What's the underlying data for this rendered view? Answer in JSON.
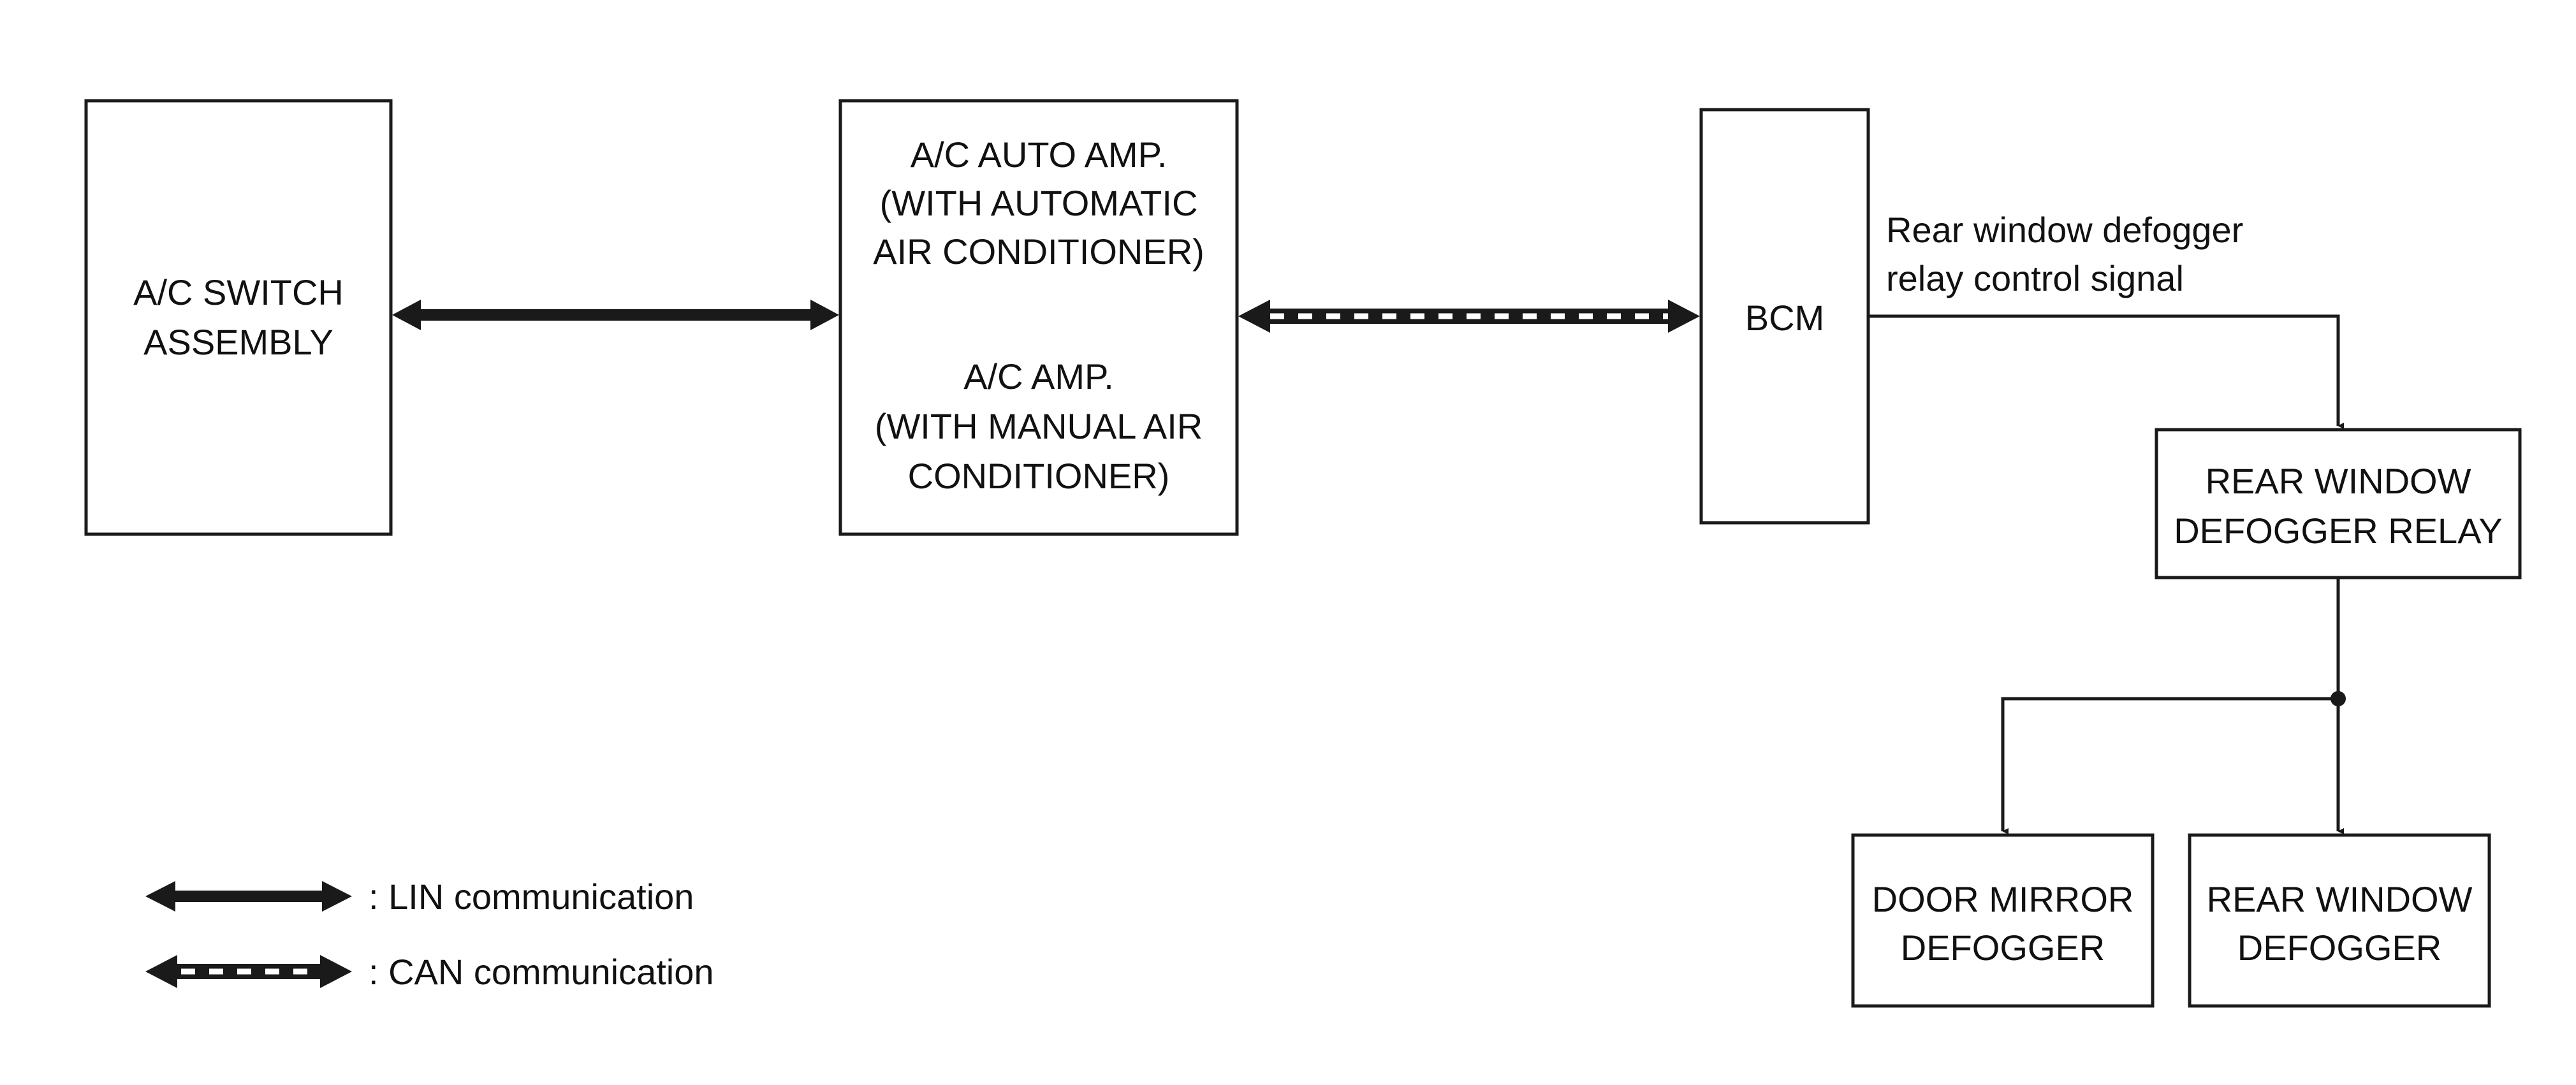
{
  "blocks": {
    "ac_switch": {
      "line1": "A/C SWITCH",
      "line2": "ASSEMBLY"
    },
    "ac_amp": {
      "auto_line1": "A/C AUTO AMP.",
      "auto_line2": "(WITH AUTOMATIC",
      "auto_line3": "AIR CONDITIONER)",
      "manual_line1": "A/C AMP.",
      "manual_line2": "(WITH MANUAL AIR",
      "manual_line3": "CONDITIONER)"
    },
    "bcm": {
      "label": "BCM"
    },
    "relay": {
      "line1": "REAR WINDOW",
      "line2": "DEFOGGER RELAY"
    },
    "door_mirror": {
      "line1": "DOOR MIRROR",
      "line2": "DEFOGGER"
    },
    "rear_defogger": {
      "line1": "REAR WINDOW",
      "line2": "DEFOGGER"
    }
  },
  "signal": {
    "line1": "Rear window defogger",
    "line2": "relay control signal"
  },
  "legend": {
    "lin": ": LIN communication",
    "can": ": CAN communication"
  },
  "colors": {
    "line": "#1a1a1a",
    "background": "#ffffff"
  }
}
